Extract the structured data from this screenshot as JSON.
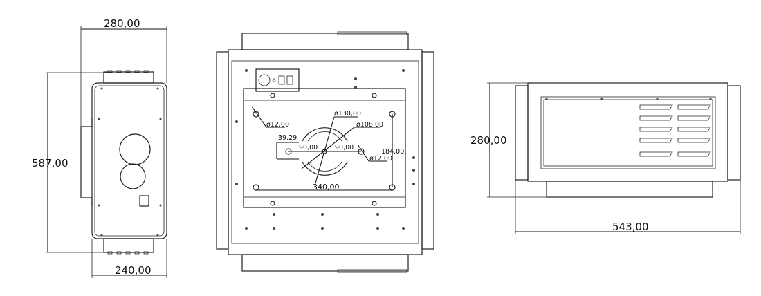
{
  "side_view": {
    "width_top": "280,00",
    "height": "587,00",
    "width_bottom": "240,00"
  },
  "front_view": {
    "hole_dia_left": "ø12,00",
    "hole_dia_right": "ø12,00",
    "outer_ring_dia": "ø130,00",
    "inner_ring_dia": "ø108,00",
    "slot_offset": "39,29",
    "half_span_left": "90,00",
    "half_span_right": "90,00",
    "vertical_spacing": "184,00",
    "horizontal_spacing": "340,00"
  },
  "top_view": {
    "height": "280,00",
    "length": "543,00"
  }
}
